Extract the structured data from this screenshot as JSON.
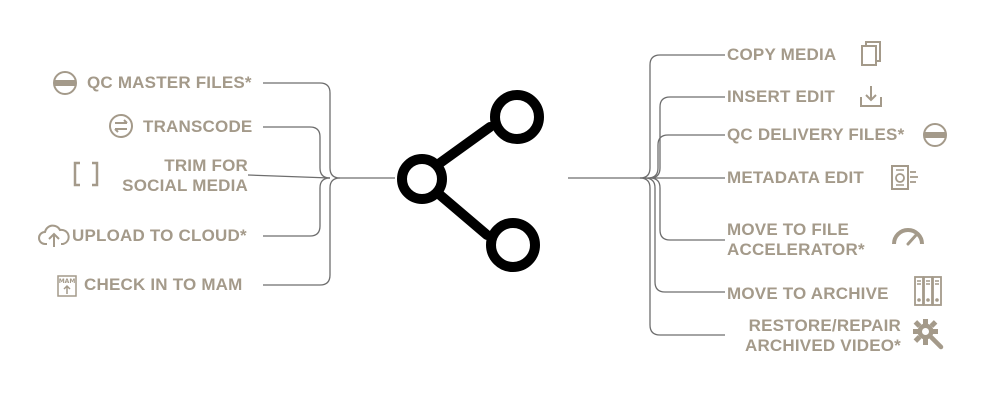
{
  "colors": {
    "text": "#a49a8a",
    "connector": "#6e6e6e",
    "hub": "#000000"
  },
  "hub": {
    "icon": "share-network-icon"
  },
  "left_items": [
    {
      "line1": "QC MASTER FILES*",
      "line2": "",
      "icon": "disc-icon"
    },
    {
      "line1": "TRANSCODE",
      "line2": "",
      "icon": "transcode-arrows-icon"
    },
    {
      "line1": "TRIM FOR",
      "line2": "SOCIAL MEDIA",
      "icon": "trim-brackets-icon"
    },
    {
      "line1": "UPLOAD TO CLOUD*",
      "line2": "",
      "icon": "cloud-upload-icon"
    },
    {
      "line1": "CHECK IN TO MAM",
      "line2": "",
      "icon": "mam-checkin-icon",
      "icon_text": "MAM"
    }
  ],
  "right_items": [
    {
      "line1": "COPY MEDIA",
      "line2": "",
      "icon": "copy-icon"
    },
    {
      "line1": "INSERT EDIT",
      "line2": "",
      "icon": "insert-download-icon"
    },
    {
      "line1": "QC DELIVERY FILES*",
      "line2": "",
      "icon": "disc-icon"
    },
    {
      "line1": "METADATA EDIT",
      "line2": "",
      "icon": "metadata-icon"
    },
    {
      "line1": "MOVE TO FILE",
      "line2": "ACCELERATOR*",
      "icon": "speedometer-icon"
    },
    {
      "line1": "MOVE TO ARCHIVE",
      "line2": "",
      "icon": "archive-drives-icon"
    },
    {
      "line1": "RESTORE/REPAIR",
      "line2": "ARCHIVED VIDEO*",
      "icon": "repair-gear-icon"
    }
  ]
}
